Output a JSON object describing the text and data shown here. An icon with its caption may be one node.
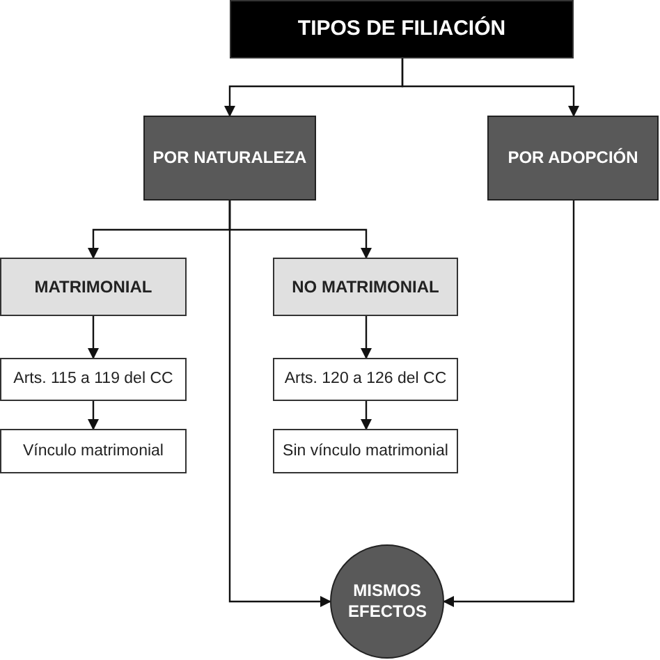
{
  "diagram": {
    "nodes": [
      {
        "text": [
          "TIPOS DE FILIACIÓN"
        ]
      },
      {
        "text": [
          "POR NATURALEZA"
        ]
      },
      {
        "text": [
          "POR ADOPCIÓN"
        ]
      },
      {
        "text": [
          "MATRIMONIAL"
        ]
      },
      {
        "text": [
          "NO MATRIMONIAL"
        ]
      },
      {
        "text": [
          "Arts. 115 a 119 del CC"
        ]
      },
      {
        "text": [
          "Arts. 120 a 126 del CC"
        ]
      },
      {
        "text": [
          "Vínculo matrimonial"
        ]
      },
      {
        "text": [
          "Sin vínculo matrimonial"
        ]
      },
      {
        "text": [
          "MISMOS EFECTOS"
        ]
      }
    ],
    "edges": [
      {
        "from": 0,
        "to": 1,
        "arrow": "to"
      },
      {
        "from": 0,
        "to": 2,
        "arrow": "to"
      },
      {
        "from": 1,
        "to": 3,
        "arrow": "to"
      },
      {
        "from": 1,
        "to": 4,
        "arrow": "to"
      },
      {
        "from": 1,
        "to": 9,
        "arrow": "to"
      },
      {
        "from": 2,
        "to": 9,
        "arrow": "to"
      },
      {
        "from": 3,
        "to": 5,
        "arrow": "to"
      },
      {
        "from": 5,
        "to": 7,
        "arrow": "to"
      },
      {
        "from": 4,
        "to": 6,
        "arrow": "to"
      },
      {
        "from": 6,
        "to": 8,
        "arrow": "to"
      }
    ]
  }
}
